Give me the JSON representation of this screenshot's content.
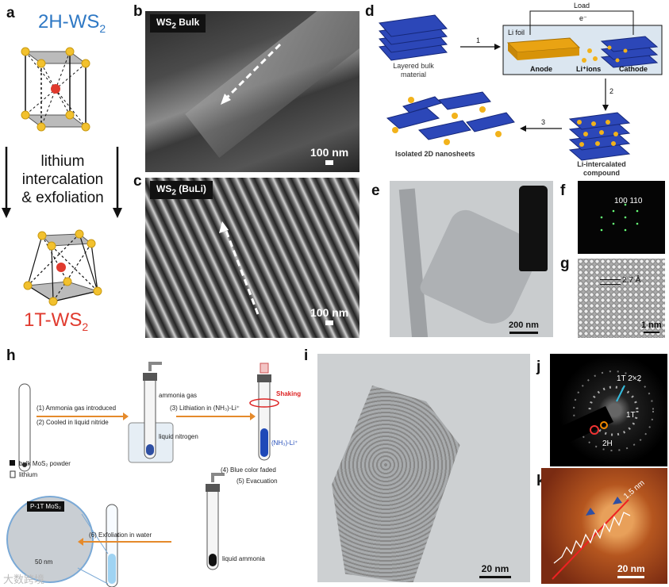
{
  "panel_a": {
    "label": "a",
    "title_top": "2H-WS",
    "title_top_sub": "2",
    "arrow_text": [
      "lithium",
      "intercalation",
      "& exfoliation"
    ],
    "title_bottom": "1T-WS",
    "title_bottom_sub": "2"
  },
  "panel_b": {
    "label": "b",
    "tag": "WS",
    "tag_sub": "2",
    "tag_rest": " Bulk",
    "scale": "100 nm"
  },
  "panel_c": {
    "label": "c",
    "tag": "WS",
    "tag_sub": "2",
    "tag_rest": " (BuLi)",
    "scale": "100 nm"
  },
  "panel_d": {
    "label": "d",
    "layered": [
      "Layered bulk",
      "material"
    ],
    "step1": "1",
    "step2": "2",
    "step3": "3",
    "load": "Load",
    "electron": "e⁻",
    "li_foil": "Li foil",
    "anode": "Anode",
    "li_ions": "Li⁺ions",
    "cathode": "Cathode",
    "isolated": "Isolated 2D nanosheets",
    "intercalated": [
      "Li-intercalated",
      "compound"
    ]
  },
  "panel_e": {
    "label": "e",
    "scale": "200 nm"
  },
  "panel_f": {
    "label": "f",
    "spots": "100  110"
  },
  "panel_g": {
    "label": "g",
    "spacing": "2.7 Å",
    "scale": "1 nm"
  },
  "panel_h": {
    "label": "h",
    "s1": "(1) Ammonia gas introduced",
    "s2": "(2) Cooled in liquid nitride",
    "s3": "(3) Lithiation in (NH₃)-Li⁺",
    "s4": "(4) Blue color faded",
    "s5": "(5) Evacuation",
    "s6": "(6) Exfoliation in water",
    "ammonia": "ammonia gas",
    "ln2": "liquid nitrogen",
    "shaking": "Shaking",
    "nh3li": "(NH₃)-Li⁺",
    "liquid_ammonia": "liquid ammonia",
    "bulk": "bulk MoS₂ powder",
    "lithium": "lithium",
    "p1t": "P-1T MoS₂",
    "inset_scale": "50 nm"
  },
  "panel_i": {
    "label": "i",
    "scale": "20 nm"
  },
  "panel_j": {
    "label": "j",
    "t2x2": "1T 2×2",
    "t1": "1T",
    "h2": "2H"
  },
  "panel_k": {
    "label": "k",
    "height": "1.5 nm",
    "scale": "20 nm"
  },
  "watermark": "大数跨境",
  "colors": {
    "blue": "#2e78c4",
    "red": "#e03a2e",
    "orange": "#e58a2b",
    "sheet": "#2c47b8",
    "li": "#f2b21b"
  }
}
